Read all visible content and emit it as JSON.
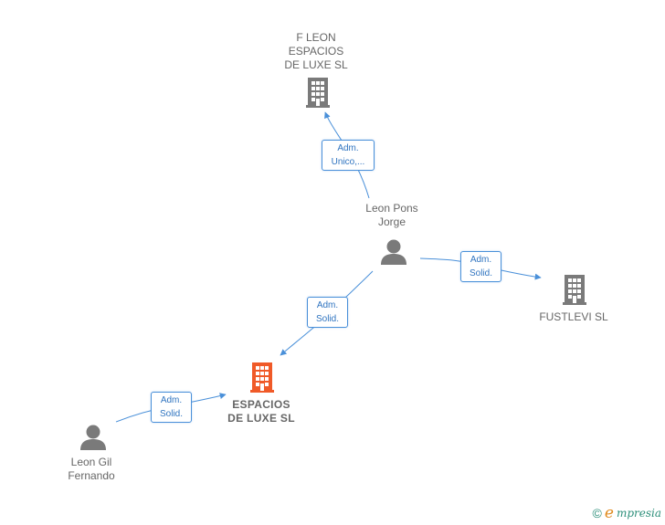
{
  "nodes": {
    "f_leon": {
      "label": "F LEON\nESPACIOS\nDE LUXE  SL",
      "type": "company"
    },
    "espacios": {
      "label": "ESPACIOS\nDE LUXE  SL",
      "type": "company-main"
    },
    "fustlevi": {
      "label": "FUSTLEVI SL",
      "type": "company"
    },
    "leon_pons": {
      "label": "Leon Pons\nJorge",
      "type": "person"
    },
    "leon_gil": {
      "label": "Leon Gil\nFernando",
      "type": "person"
    }
  },
  "edges": {
    "pons_to_fleon": {
      "label": "Adm.\nUnico,..."
    },
    "pons_to_espacios": {
      "label": "Adm.\nSolid."
    },
    "pons_to_fustlevi": {
      "label": "Adm.\nSolid."
    },
    "gil_to_espacios": {
      "label": "Adm.\nSolid."
    }
  },
  "footer": {
    "copyright": "©",
    "brand_initial": "e",
    "brand_rest": "mpresia"
  },
  "colors": {
    "company_icon": "#7a7a7a",
    "main_company_icon": "#f05a28",
    "person_icon": "#7a7a7a",
    "edge": "#4a90d9",
    "edge_text": "#2f74c0"
  }
}
